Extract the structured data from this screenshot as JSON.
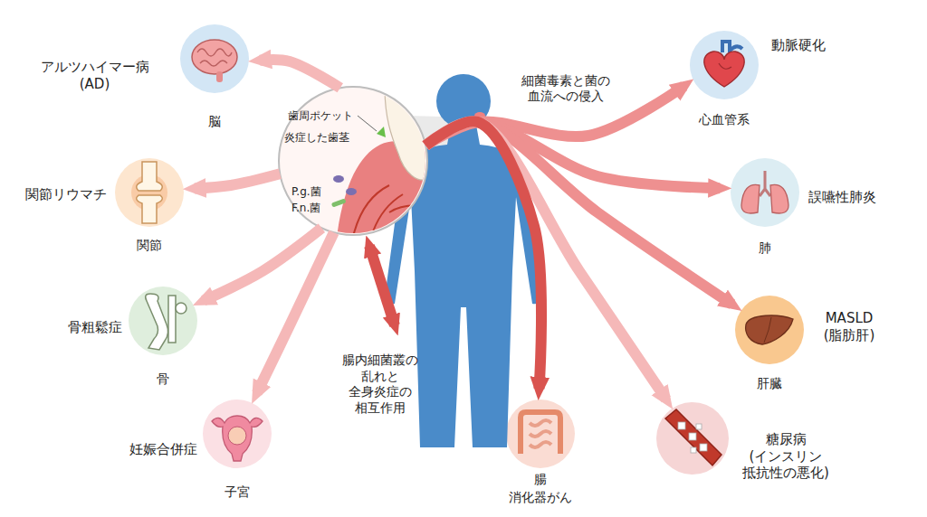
{
  "diagram": {
    "nodes": [
      {
        "text": [
          "歯周ポケット",
          "炎症した歯茎",
          "P.g.菌",
          "F.n.菌"
        ]
      },
      {
        "text": [
          "アルツハイマー病 (AD)",
          "脳"
        ]
      },
      {
        "text": [
          "関節リウマチ",
          "関節"
        ]
      },
      {
        "text": [
          "骨粗鬆症",
          "骨"
        ]
      },
      {
        "text": [
          "妊娠合併症",
          "子宮"
        ]
      },
      {
        "text": [
          "動脈硬化",
          "心血管系"
        ]
      },
      {
        "text": [
          "誤嚥性肺炎",
          "肺"
        ]
      },
      {
        "text": [
          "MASLD (脂肪肝)",
          "肝臓"
        ]
      },
      {
        "text": [
          "糖尿病 (インスリン 抵抗性の悪化)"
        ]
      },
      {
        "text": [
          "腸",
          "消化器がん"
        ]
      }
    ],
    "edges": [
      {
        "from": 0,
        "to": 1,
        "arrow": "to"
      },
      {
        "from": 0,
        "to": 2,
        "arrow": "to"
      },
      {
        "from": 0,
        "to": 3,
        "arrow": "to"
      },
      {
        "from": 0,
        "to": 4,
        "arrow": "to"
      },
      {
        "from": 0,
        "to": 5,
        "arrow": "to"
      },
      {
        "from": 0,
        "to": 6,
        "arrow": "to"
      },
      {
        "from": 0,
        "to": 7,
        "arrow": "to"
      },
      {
        "from": 0,
        "to": 8,
        "arrow": "to"
      },
      {
        "from": 0,
        "to": 9,
        "arrow": "to"
      }
    ],
    "labels": [
      "細菌毒素と菌の 血流への侵入",
      "腸内細菌叢の 乱れと 全身炎症の 相互作用"
    ]
  }
}
